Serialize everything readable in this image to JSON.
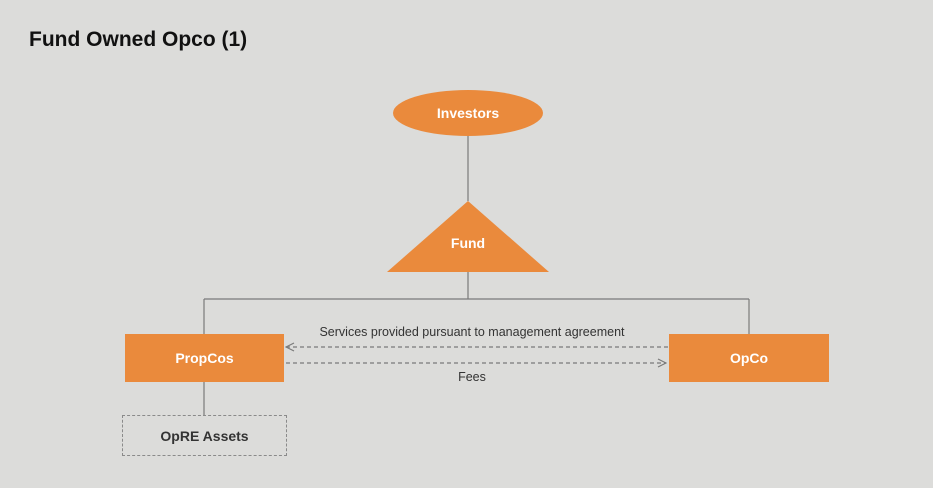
{
  "title": "Fund Owned Opco (1)",
  "colors": {
    "node_fill": "#ea8a3c",
    "line": "#7a7a7a",
    "background": "#dcdcda"
  },
  "nodes": {
    "investors": "Investors",
    "fund": "Fund",
    "propcos": "PropCos",
    "opco": "OpCo",
    "opre_assets": "OpRE Assets"
  },
  "edges": {
    "services": "Services provided pursuant to management agreement",
    "fees": "Fees"
  }
}
